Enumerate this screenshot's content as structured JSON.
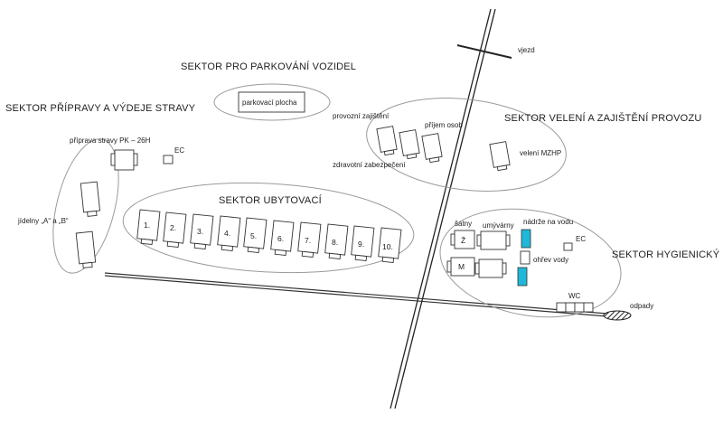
{
  "sectors": {
    "parking": "SEKTOR PRO PARKOVÁNÍ VOZIDEL",
    "food": "SEKTOR PŘÍPRAVY A VÝDEJE STRAVY",
    "command": "SEKTOR VELENÍ A ZAJIŠTĚNÍ PROVOZU",
    "accommodation": "SEKTOR UBYTOVACÍ",
    "hygiene": "SEKTOR HYGIENICKÝ"
  },
  "labels": {
    "parking_area": "parkovací plocha",
    "entrance": "vjezd",
    "operations_support": "provozní zajištění",
    "reception": "příjem osob",
    "medical": "zdravotní zabezpečení",
    "command_post": "velení MZHP",
    "kitchen": "příprava stravy PK – 26H",
    "ec_food": "EC",
    "dining": "jídelny „A“ a „B“",
    "changing": "šatny",
    "washrooms": "umývárny",
    "water_tanks": "nádrže na vodu",
    "ec_hygiene": "EC",
    "water_heating": "ohřev vody",
    "wc": "WC",
    "waste": "odpady",
    "tent_women": "Ž",
    "tent_men": "M"
  },
  "tents": [
    "1.",
    "2.",
    "3.",
    "4.",
    "5.",
    "6.",
    "7.",
    "8.",
    "9.",
    "10."
  ],
  "colors": {
    "water_tank": "#1fb8d8",
    "outline": "#9a9a9a",
    "line": "#222222"
  }
}
